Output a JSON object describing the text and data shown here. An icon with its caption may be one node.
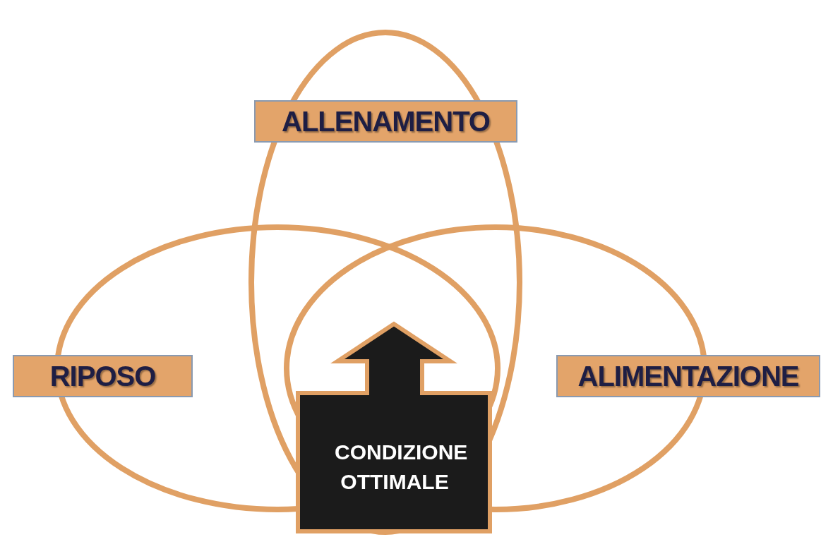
{
  "diagram": {
    "nodes": [
      {
        "text": [
          "ALLENAMENTO"
        ]
      },
      {
        "text": [
          "RIPOSO"
        ]
      },
      {
        "text": [
          "ALIMENTAZIONE"
        ]
      },
      {
        "text": [
          "CONDIZIONE OTTIMALE"
        ]
      }
    ],
    "edges": []
  }
}
